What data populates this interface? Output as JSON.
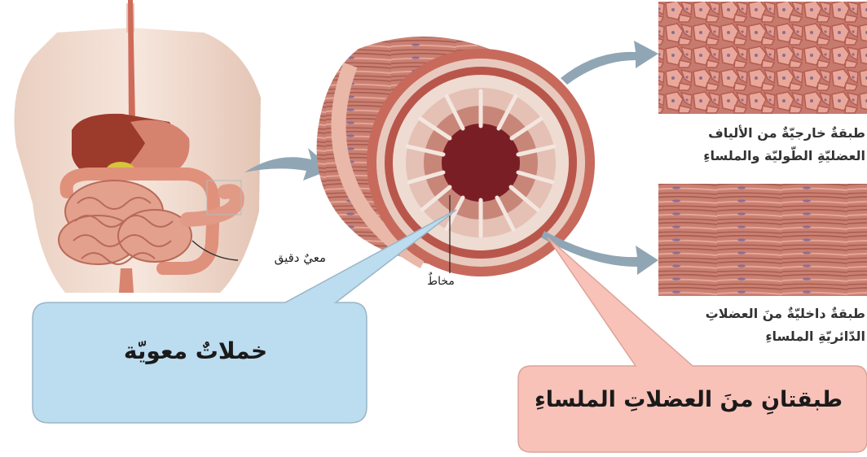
{
  "labels": {
    "small_intestine": "معيٌ دقيق",
    "mucosa": "مخاطٌ",
    "outer_layer_line1": "طبقةٌ خارجيّةٌ من الألياف",
    "outer_layer_line2": "العضليّةِ الطّوليّة  والملساءِ",
    "inner_layer_line1": "طبقةٌ داخليّةٌ منَ العضلاتِ",
    "inner_layer_line2": "الدّائريّةِ الملساءِ"
  },
  "callouts": {
    "villi": "خملاتٌ معويّة",
    "two_layers": "طبقتانِ منَ العضلاتِ الملساءِ"
  },
  "colors": {
    "villi_callout": "#bcdcef",
    "layers_callout": "#f8c2b8",
    "arrow": "#90a6b5",
    "tissue": "#c4796c"
  }
}
